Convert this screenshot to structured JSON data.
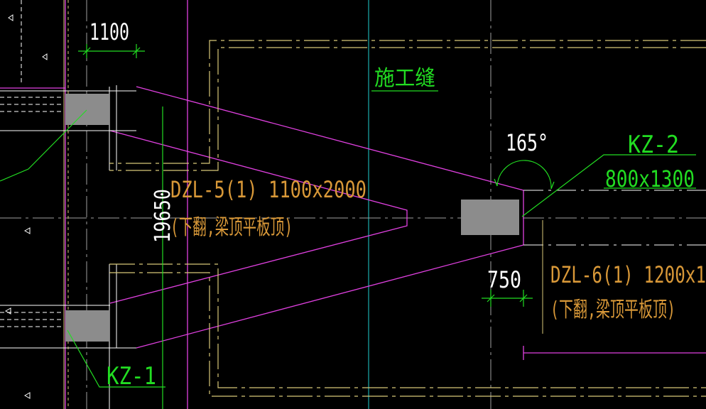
{
  "colors": {
    "background": "#000000",
    "magenta": "#e040e0",
    "white": "#ffffff",
    "yellow": "#d8c878",
    "green": "#22dd22",
    "cyan": "#20d0d0",
    "orange": "#d89838",
    "gray": "#a0a0a0",
    "column_fill": "#8c8c8c"
  },
  "labels": {
    "dim_1100": "1100",
    "construction_joint": "施工缝",
    "angle_165": "165°",
    "kz2_name": "KZ-2",
    "kz2_size": "800x1300",
    "dzl5_line1": "DZL-5(1) 1100x2000",
    "dzl5_line2": "(下翻,梁顶平板顶)",
    "dim_19650": "19650",
    "dim_750": "750",
    "dzl6_line1": "DZL-6(1) 1200x1",
    "dzl6_line2": "(下翻,梁顶平板顶)",
    "kz1_name": "KZ-1"
  },
  "icons": {
    "triangle_mark": "triangle-marker-icon",
    "dim_tick": "dimension-tick-icon"
  }
}
